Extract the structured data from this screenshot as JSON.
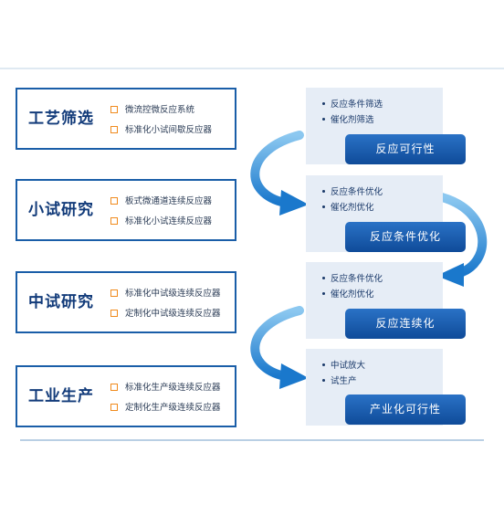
{
  "stages": [
    {
      "title": "工艺筛选",
      "items": [
        "微流控微反应系统",
        "标准化小试间歇反应器"
      ]
    },
    {
      "title": "小试研究",
      "items": [
        "板式微通道连续反应器",
        "标准化小试连续反应器"
      ]
    },
    {
      "title": "中试研究",
      "items": [
        "标准化中试级连续反应器",
        "定制化中试级连续反应器"
      ]
    },
    {
      "title": "工业生产",
      "items": [
        "标准化生产级连续反应器",
        "定制化生产级连续反应器"
      ]
    }
  ],
  "panels": [
    {
      "bullets": [
        "反应条件筛选",
        "催化剂筛选"
      ],
      "result": "反应可行性"
    },
    {
      "bullets": [
        "反应条件优化",
        "催化剂优化"
      ],
      "result": "反应条件优化"
    },
    {
      "bullets": [
        "反应条件优化",
        "催化剂优化"
      ],
      "result": "反应连续化"
    },
    {
      "bullets": [
        "中试放大",
        "试生产"
      ],
      "result": "产业化可行性"
    }
  ],
  "colors": {
    "stage_border": "#1a5ea8",
    "title": "#123b7a",
    "checkbox": "#f08a1c",
    "panel_bg": "#e6edf6",
    "result_button": "#1a5fb0",
    "arrow": "#2a8fd8"
  }
}
